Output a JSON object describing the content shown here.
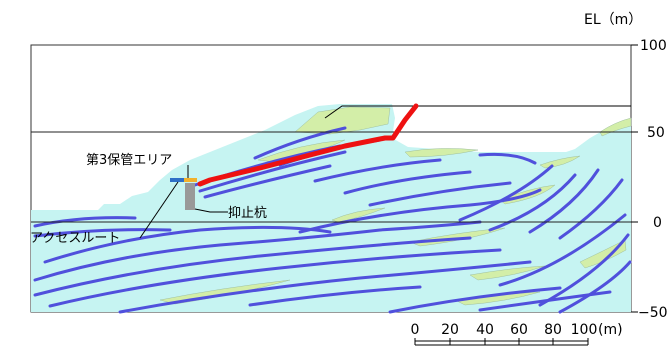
{
  "elevation": {
    "title": "EL（m）",
    "ticks": [
      "100",
      "50",
      "0",
      "−50"
    ]
  },
  "labels": {
    "storage_area": "第3保管エリア",
    "restraint_pile": "抑止杭",
    "access_route": "アクセスルート"
  },
  "scale_bar": {
    "ticks": [
      "0",
      "20",
      "40",
      "60",
      "80",
      "100"
    ],
    "unit": "(m)"
  },
  "colors": {
    "rock": "#c6f4f2",
    "weak_layer": "#d3eea8",
    "joint": "#5050dc",
    "route": "#ee1111",
    "pile": "#999999",
    "area_blue": "#2e6fc7",
    "area_yellow": "#f2b12b"
  }
}
